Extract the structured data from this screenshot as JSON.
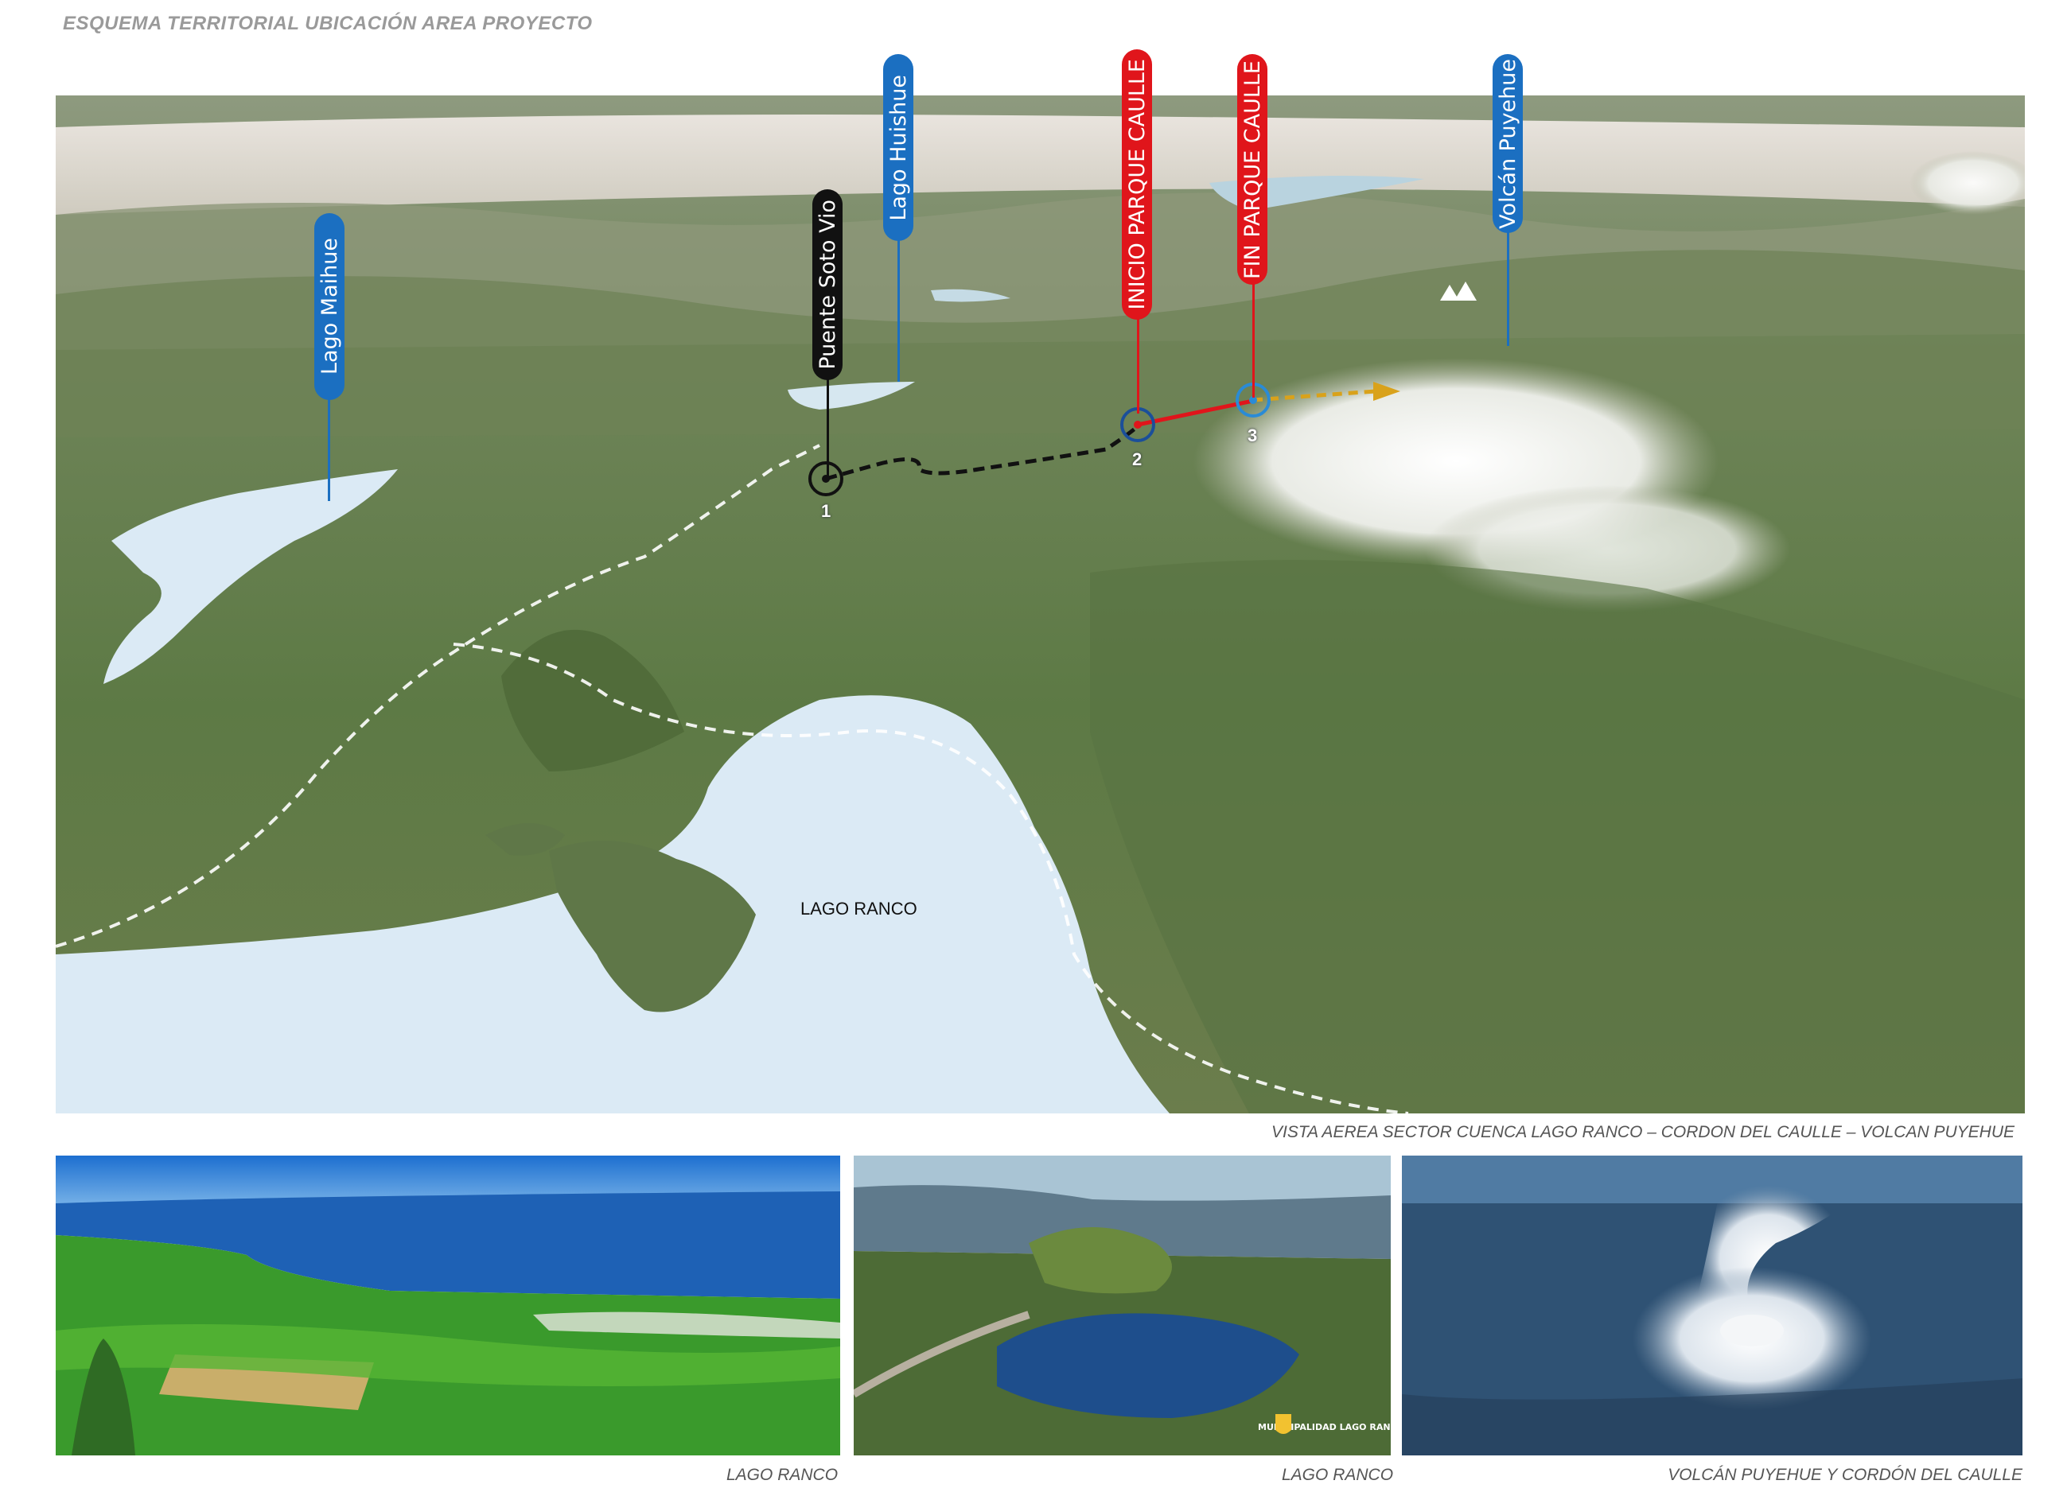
{
  "header": {
    "title": "ESQUEMA TERRITORIAL UBICACIÓN AREA PROYECTO"
  },
  "map": {
    "lake_label": "LAGO RANCO",
    "caption": "VISTA AEREA SECTOR CUENCA LAGO RANCO – CORDON DEL CAULLE – VOLCAN PUYEHUE",
    "pins": {
      "lago_maihue": "Lago Maihue",
      "puente_soto_vio": "Puente Soto Vio",
      "lago_huishue": "Lago Huishue",
      "inicio_parque": "INICIO PARQUE CAULLE",
      "fin_parque": "FIN PARQUE CAULLE",
      "volcan_puyehue": "Volcán Puyehue"
    },
    "stops": [
      "1",
      "2",
      "3"
    ],
    "colors": {
      "blue_pin": "#1b6fc1",
      "red_pin": "#e0151b",
      "black_pin": "#111111",
      "arrow": "#d9a21b",
      "lake": "#dbeaf5"
    }
  },
  "photos": [
    {
      "caption": "LAGO RANCO"
    },
    {
      "caption": "LAGO RANCO",
      "logo_text": "MUNICIPALIDAD LAGO RANCO"
    },
    {
      "caption": "VOLCÁN PUYEHUE Y CORDÓN DEL CAULLE"
    }
  ]
}
